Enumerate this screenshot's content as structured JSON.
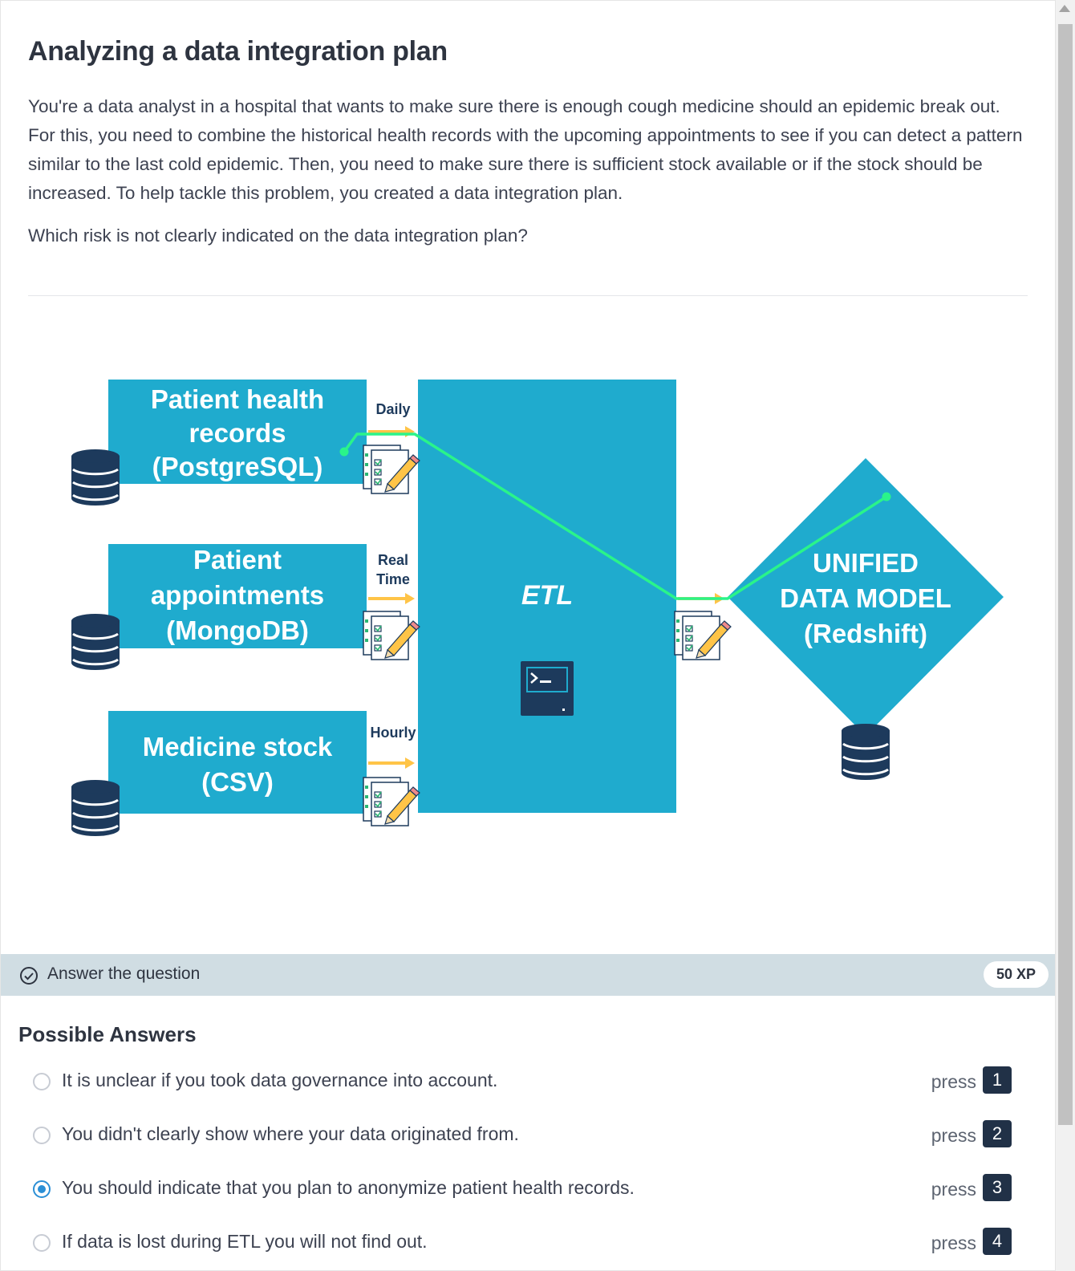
{
  "exercise": {
    "title": "Analyzing a data integration plan",
    "paragraph": "You're a data analyst in a hospital that wants to make sure there is enough cough medicine should an epidemic break out. For this, you need to combine the historical health records with the upcoming appointments to see if you can detect a pattern similar to the last cold epidemic. Then, you need to make sure there is sufficient stock available or if the stock should be increased. To help tackle this problem, you created a data integration plan.",
    "question": "Which risk is not clearly indicated on the data integration plan?"
  },
  "diagram": {
    "sources": [
      {
        "line1": "Patient health",
        "line2": "records",
        "line3": "(PostgreSQL)",
        "frequency": "Daily"
      },
      {
        "line1": "Patient",
        "line2": "appointments",
        "line3": "(MongoDB)",
        "frequency_line1": "Real",
        "frequency_line2": "Time"
      },
      {
        "line1": "Medicine stock",
        "line2": "(CSV)",
        "frequency": "Hourly"
      }
    ],
    "etl_label": "ETL",
    "target": {
      "line1": "UNIFIED",
      "line2": "DATA MODEL",
      "line3": "(Redshift)"
    },
    "colors": {
      "box": "#1fabce",
      "db": "#1d3a5c",
      "arrow": "#ffc447",
      "lineage": "#2af48a"
    }
  },
  "answer_bar": {
    "label": "Answer the question",
    "xp": "50 XP"
  },
  "answers": {
    "title": "Possible Answers",
    "press_label": "press",
    "selected_index": 2,
    "options": [
      {
        "text": "It is unclear if you took data governance into account.",
        "key": "1"
      },
      {
        "text": "You didn't clearly show where your data originated from.",
        "key": "2"
      },
      {
        "text": "You should indicate that you plan to anonymize patient health records.",
        "key": "3"
      },
      {
        "text": "If data is lost during ETL you will not find out.",
        "key": "4"
      }
    ]
  }
}
